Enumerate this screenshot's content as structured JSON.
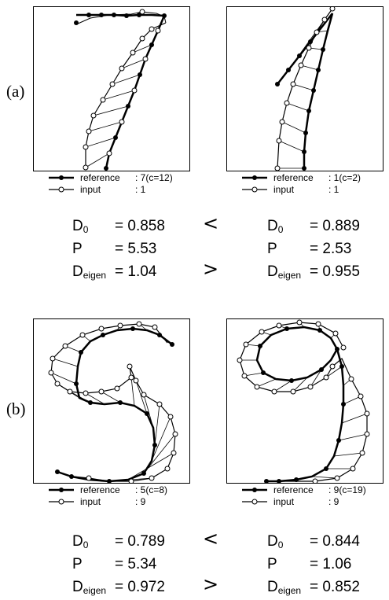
{
  "panels": [
    {
      "label": "(a)",
      "left": {
        "legend": [
          {
            "name": "reference",
            "value": ": 7(c=12)"
          },
          {
            "name": "input",
            "value": ": 1"
          }
        ],
        "metrics": [
          {
            "symbol": "D",
            "sub": "0",
            "value": "= 0.858"
          },
          {
            "symbol": "P",
            "sub": "",
            "value": "= 5.53"
          },
          {
            "symbol": "D",
            "sub": "eigen",
            "value": "= 1.04"
          }
        ]
      },
      "right": {
        "legend": [
          {
            "name": "reference",
            "value": ": 1(c=2)"
          },
          {
            "name": "input",
            "value": ": 1"
          }
        ],
        "metrics": [
          {
            "symbol": "D",
            "sub": "0",
            "value": "= 0.889"
          },
          {
            "symbol": "P",
            "sub": "",
            "value": "= 2.53"
          },
          {
            "symbol": "D",
            "sub": "eigen",
            "value": "= 0.955"
          }
        ]
      },
      "relations": [
        "<",
        ">"
      ]
    },
    {
      "label": "(b)",
      "left": {
        "legend": [
          {
            "name": "reference",
            "value": ": 5(c=8)"
          },
          {
            "name": "input",
            "value": ": 9"
          }
        ],
        "metrics": [
          {
            "symbol": "D",
            "sub": "0",
            "value": "= 0.789"
          },
          {
            "symbol": "P",
            "sub": "",
            "value": "= 5.34"
          },
          {
            "symbol": "D",
            "sub": "eigen",
            "value": "= 0.972"
          }
        ]
      },
      "right": {
        "legend": [
          {
            "name": "reference",
            "value": ": 9(c=19)"
          },
          {
            "name": "input",
            "value": ": 9"
          }
        ],
        "metrics": [
          {
            "symbol": "D",
            "sub": "0",
            "value": "= 0.844"
          },
          {
            "symbol": "P",
            "sub": "",
            "value": "= 1.06"
          },
          {
            "symbol": "D",
            "sub": "eigen",
            "value": "= 0.852"
          }
        ]
      },
      "relations": [
        "<",
        ">"
      ]
    }
  ],
  "colors": {
    "reference_marker": "#000000",
    "input_marker": "#ffffff",
    "stroke": "#000000"
  }
}
